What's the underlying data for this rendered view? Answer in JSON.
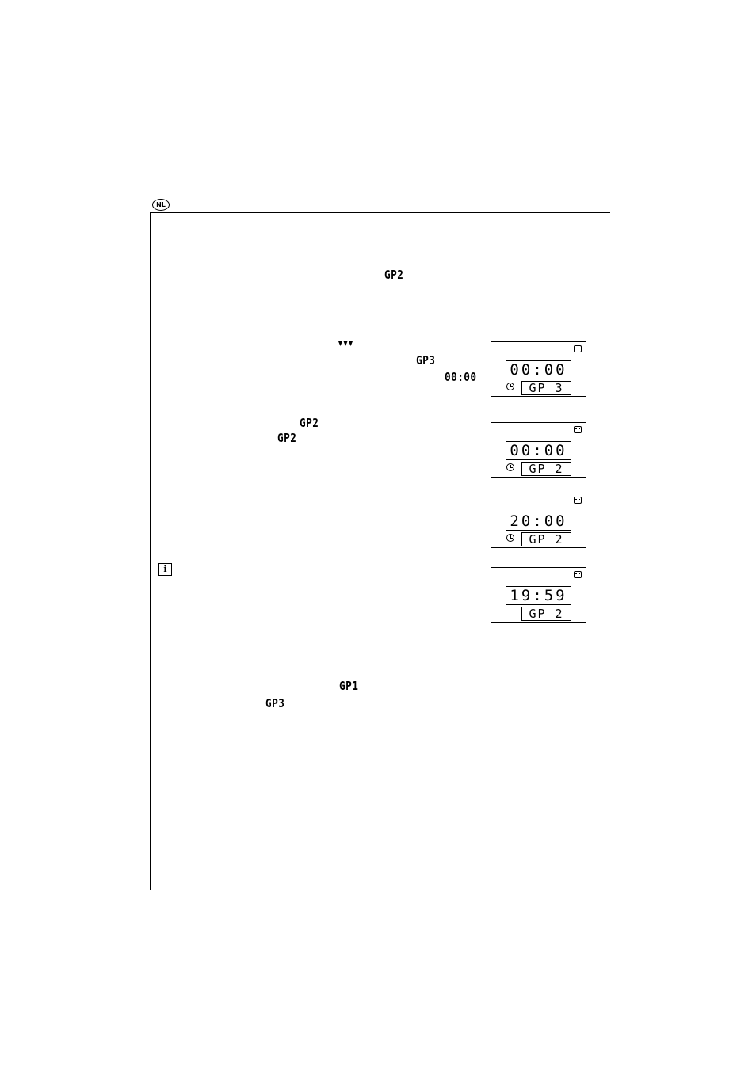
{
  "header": {
    "language": "NL"
  },
  "inline_codes": {
    "code_1": "GP2",
    "code_2": "GP3",
    "code_3": "00:00",
    "code_4": "GP2",
    "code_5": "GP2",
    "code_6": "GP1",
    "code_7": "GP3"
  },
  "icons": {
    "arrows": "triple-down-arrow-icon",
    "info": "i"
  },
  "displays": [
    {
      "time": "00:00",
      "program": "GP 3",
      "clock": true
    },
    {
      "time": "00:00",
      "program": "GP 2",
      "clock": true
    },
    {
      "time": "20:00",
      "program": "GP 2",
      "clock": true
    },
    {
      "time": "19:59",
      "program": "GP 2",
      "clock": false
    }
  ]
}
